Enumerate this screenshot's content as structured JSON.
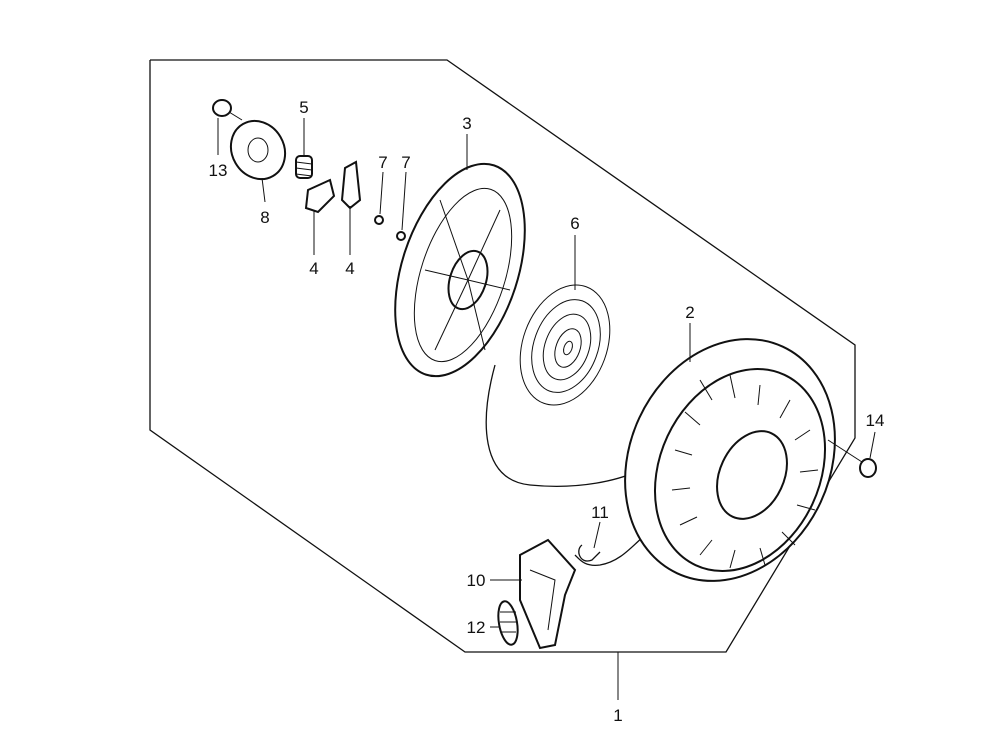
{
  "diagram": {
    "type": "exploded parts diagram",
    "callouts": [
      {
        "id": "13",
        "label": "13"
      },
      {
        "id": "8",
        "label": "8"
      },
      {
        "id": "5",
        "label": "5"
      },
      {
        "id": "4a",
        "label": "4"
      },
      {
        "id": "4b",
        "label": "4"
      },
      {
        "id": "7a",
        "label": "7"
      },
      {
        "id": "7b",
        "label": "7"
      },
      {
        "id": "3",
        "label": "3"
      },
      {
        "id": "6",
        "label": "6"
      },
      {
        "id": "2",
        "label": "2"
      },
      {
        "id": "14",
        "label": "14"
      },
      {
        "id": "11",
        "label": "11"
      },
      {
        "id": "10",
        "label": "10"
      },
      {
        "id": "12",
        "label": "12"
      },
      {
        "id": "1",
        "label": "1"
      }
    ]
  }
}
